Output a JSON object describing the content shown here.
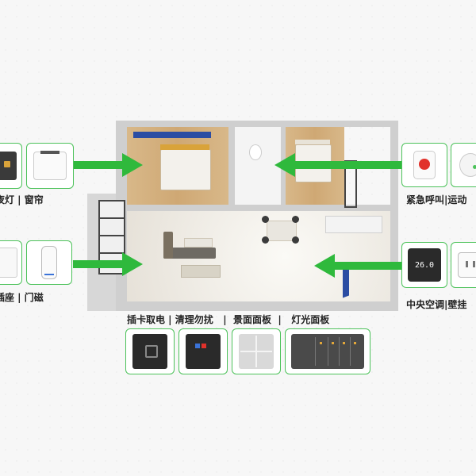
{
  "labels": {
    "top_left": "夜灯 | 窗帘",
    "bottom_left": "插座 | 门磁",
    "top_right": "紧急呼叫|运动",
    "bottom_right": "中央空调|壁挂",
    "bottom_row": "插卡取电 | 清理勿扰   |  景面面板  |   灯光面板"
  },
  "thermostat": {
    "temp": "26.0"
  },
  "colors": {
    "accent_green": "#2fb93c",
    "card_border": "#4cc25a"
  }
}
